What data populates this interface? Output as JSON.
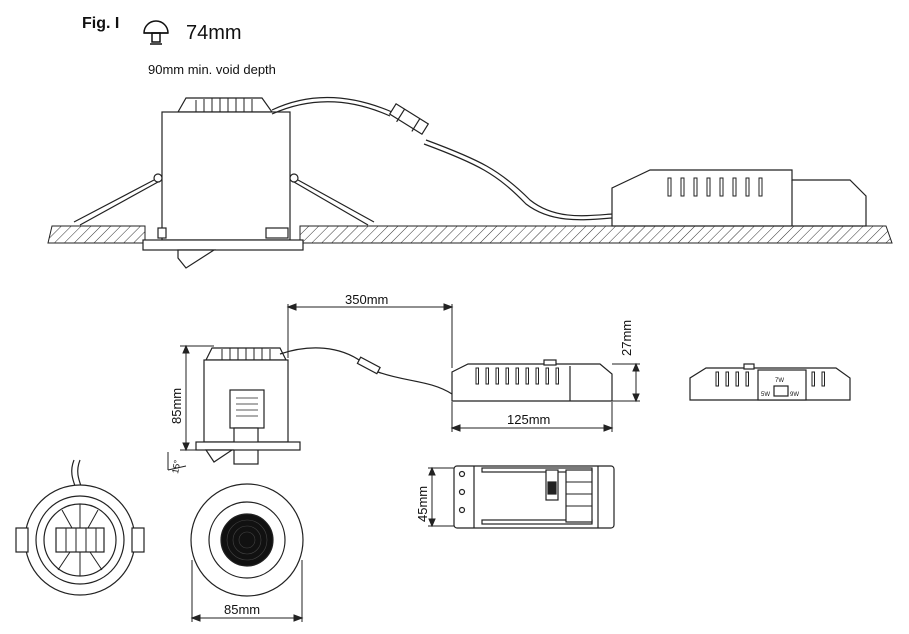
{
  "figure": {
    "label": "Fig. I",
    "cutout_value": "74mm",
    "void_depth_text": "90mm min. void depth"
  },
  "dimensions": {
    "cable_length": "350mm",
    "driver_height": "27mm",
    "driver_length": "125mm",
    "fitting_height": "85mm",
    "tilt_angle": "15°",
    "driver_width": "45mm",
    "fitting_diameter": "85mm"
  },
  "wattage_switch": {
    "top": "7W",
    "left": "5W",
    "right": "9W"
  },
  "icons": {
    "cutout": "hole-saw-icon"
  }
}
